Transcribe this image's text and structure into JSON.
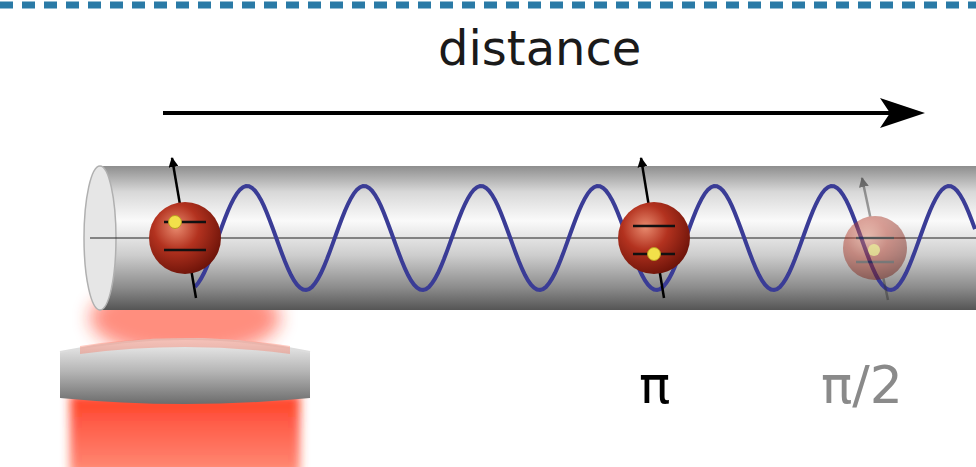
{
  "diagram": {
    "labels": [
      "distance",
      "π",
      "π/2"
    ]
  }
}
